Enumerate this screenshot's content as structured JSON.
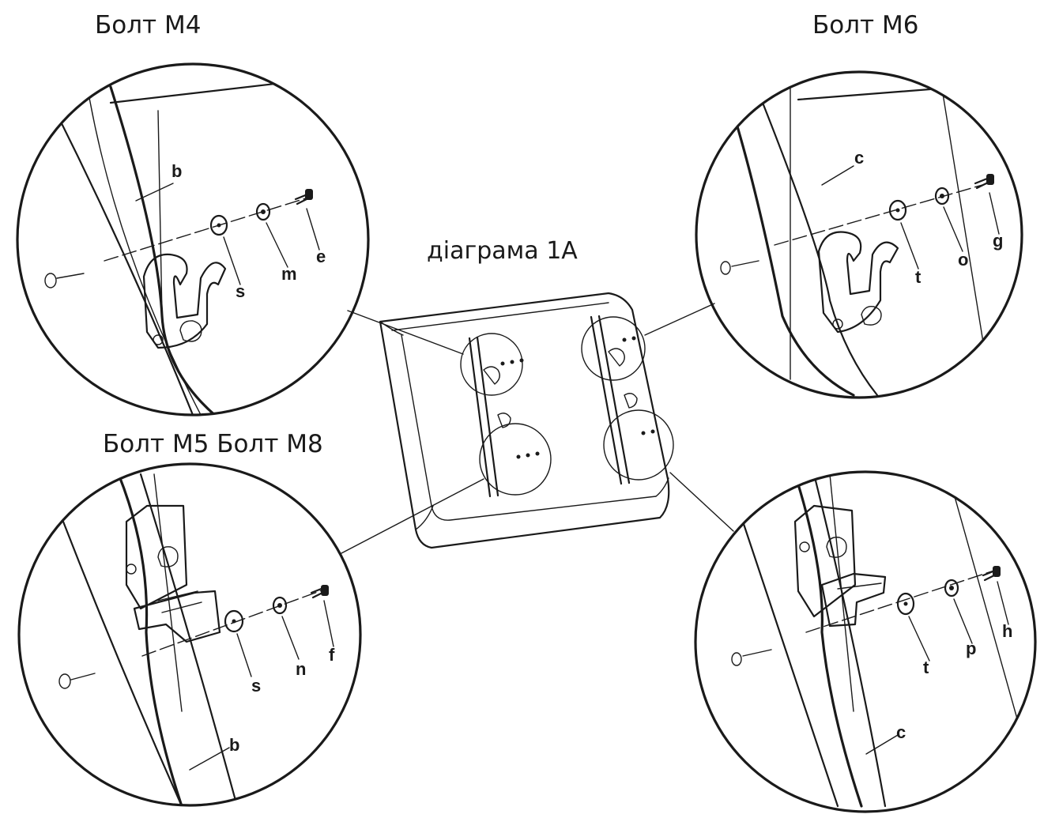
{
  "labels": {
    "bolt_m4": "Болт  M4",
    "bolt_m6": "Болт M6",
    "bolt_m5_m8": "Болт M5 Болт M8",
    "diagram": "діаграма 1A"
  },
  "parts": {
    "top_left": {
      "frame": "b",
      "washer": "s",
      "nut": "m",
      "bolt": "e"
    },
    "top_right": {
      "frame": "c",
      "washer": "t",
      "nut": "o",
      "bolt": "g"
    },
    "bottom_left": {
      "frame": "b",
      "washer": "s",
      "nut": "n",
      "bolt": "f"
    },
    "bottom_right": {
      "frame": "c",
      "washer": "t",
      "nut": "p",
      "bolt": "h"
    }
  },
  "colors": {
    "line": "#1a1a1a",
    "background": "#ffffff"
  }
}
